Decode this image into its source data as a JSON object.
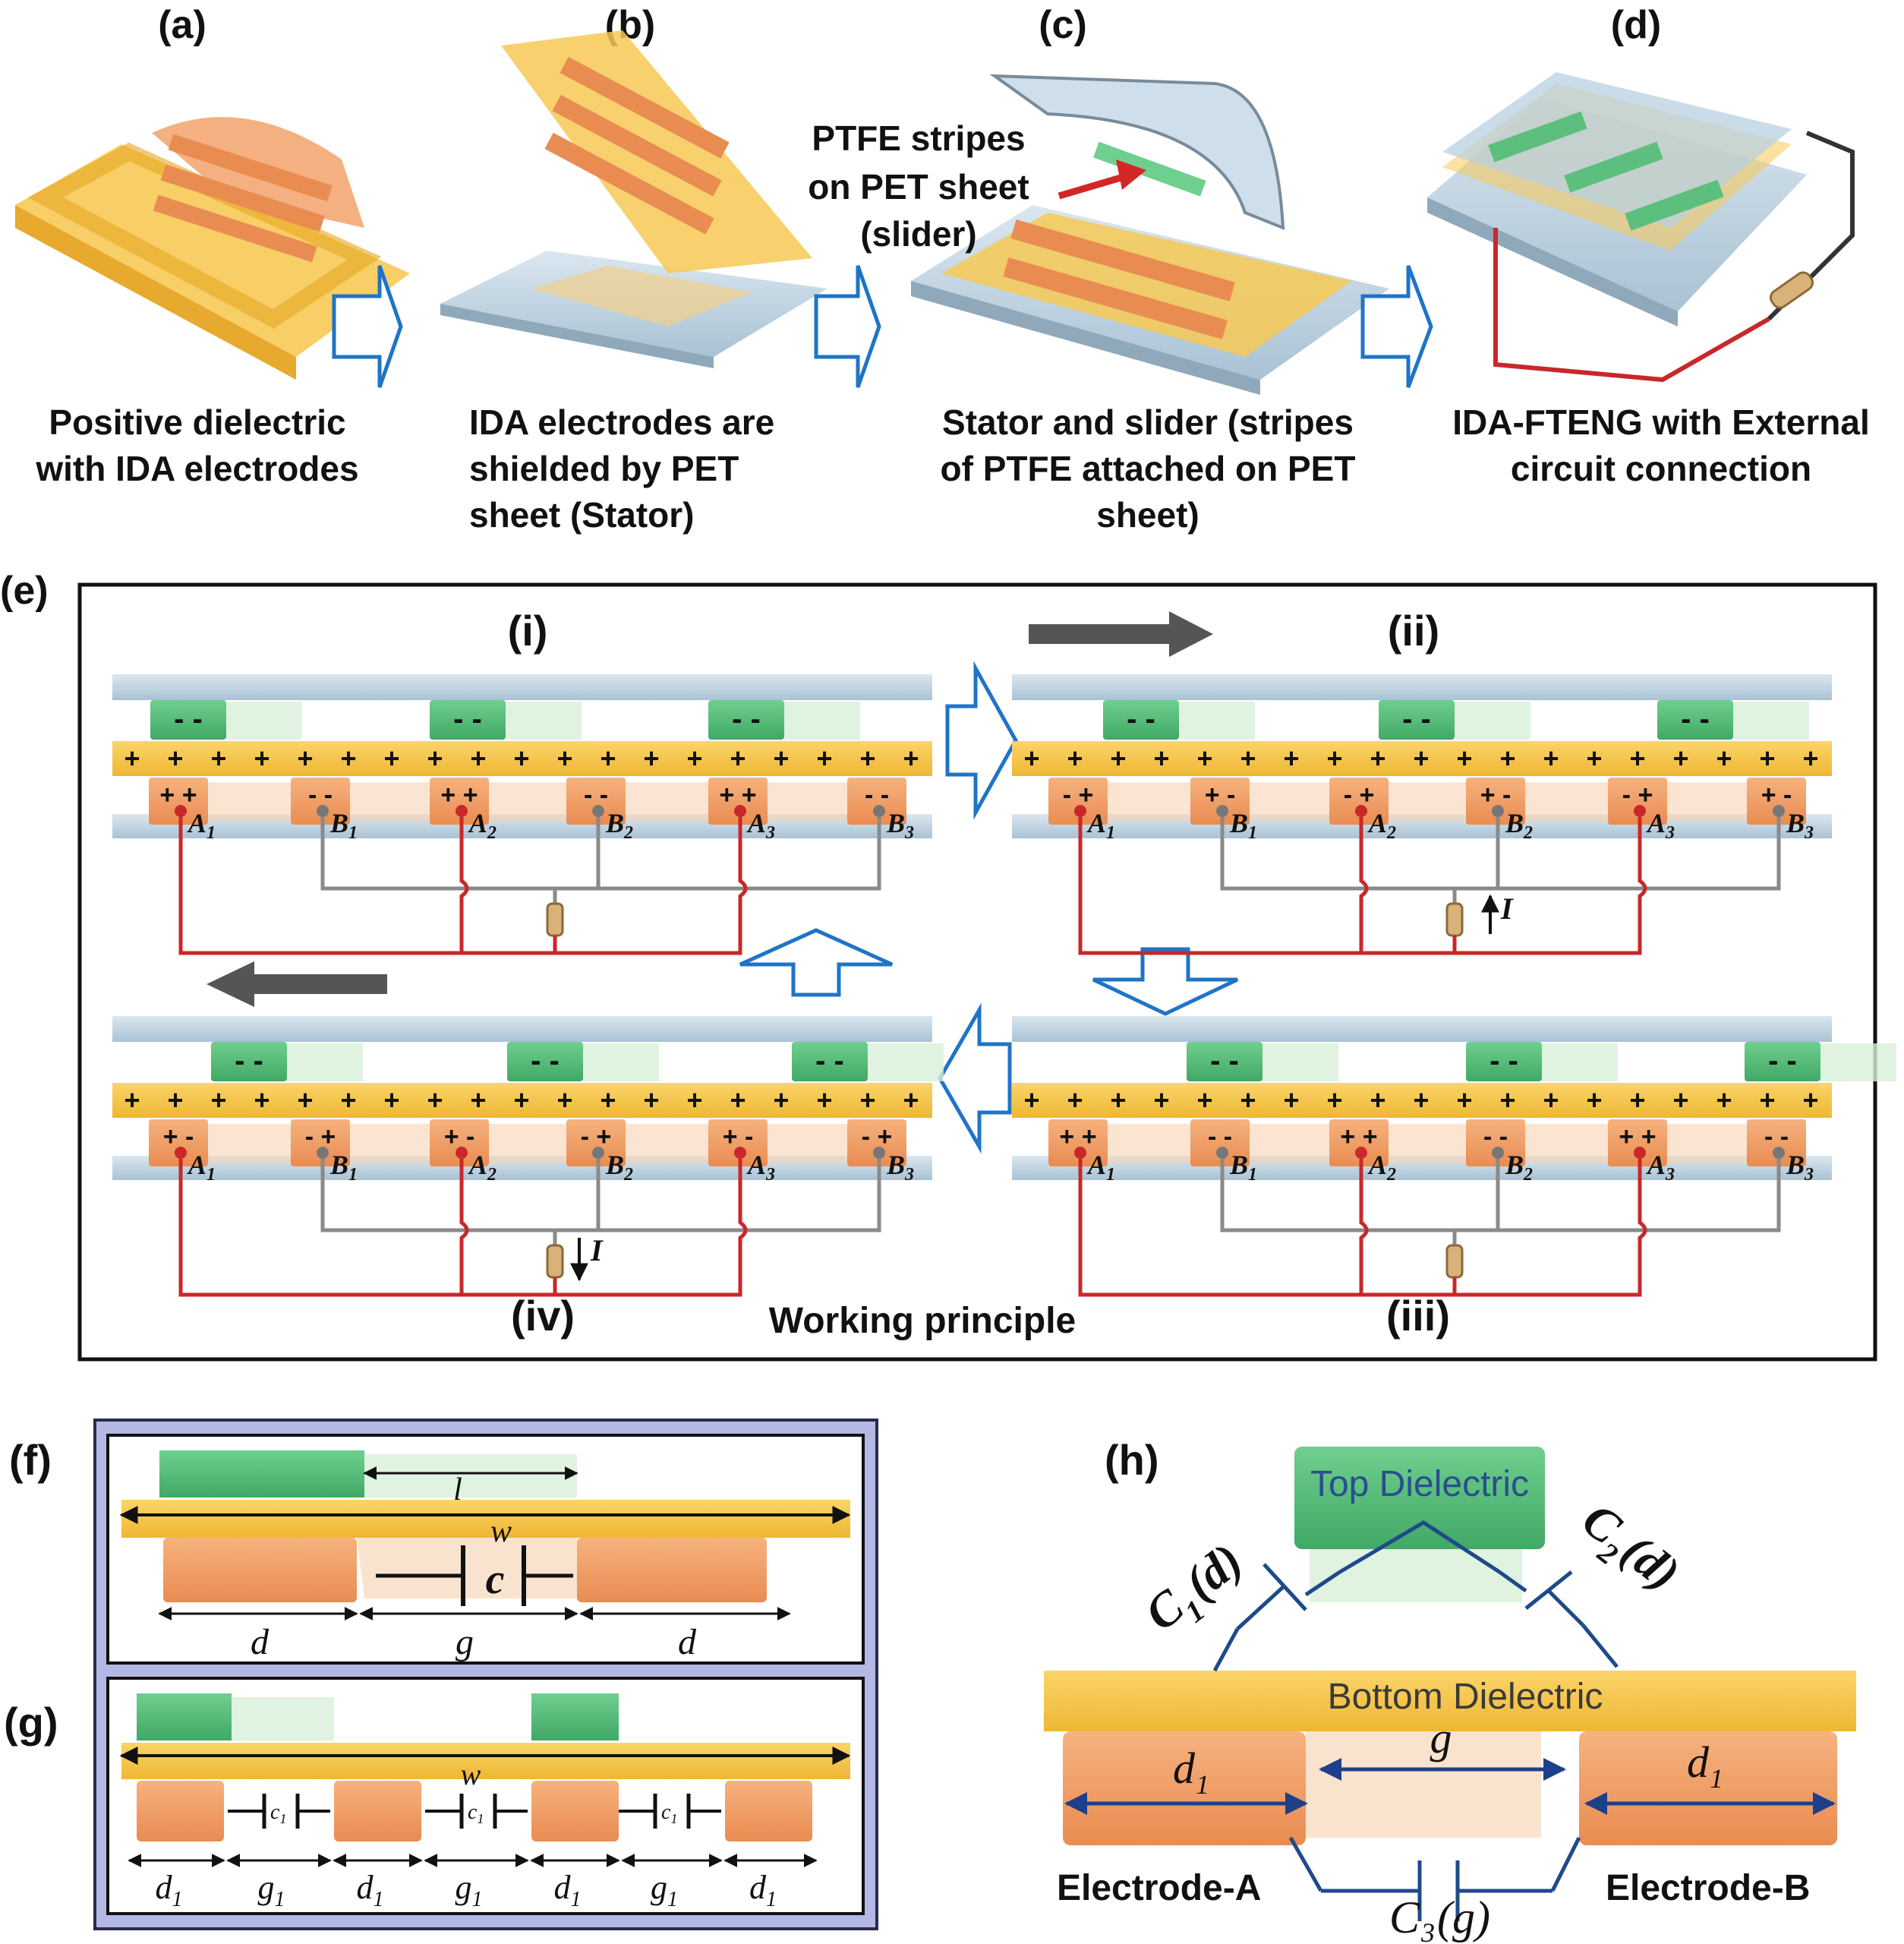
{
  "top_panels": [
    {
      "letter": "(a)",
      "caption": [
        "Positive dielectric",
        "with IDA electrodes"
      ]
    },
    {
      "letter": "(b)",
      "caption": [
        "IDA electrodes are",
        "shielded by PET",
        "sheet (Stator)"
      ]
    },
    {
      "letter": "(c)",
      "caption": [
        "Stator  and slider (stripes",
        "of PTFE attached on PET",
        "sheet)"
      ]
    },
    {
      "letter": "(d)",
      "caption": [
        "IDA-FTENG with External",
        "circuit connection"
      ]
    }
  ],
  "ptfe_note": [
    "PTFE stripes",
    "on PET sheet",
    "(slider)"
  ],
  "panel_e": {
    "letter": "(e)",
    "title": "Working principle",
    "stages": [
      "(i)",
      "(ii)",
      "(iii)",
      "(iv)"
    ],
    "electrodes": {
      "A": "A",
      "B": "B",
      "subs": [
        "1",
        "2",
        "3"
      ]
    },
    "current": "I",
    "minus_pair": "- -",
    "plus": "+",
    "states": {
      "i": {
        "A": "+ +",
        "B": "- -"
      },
      "ii": {
        "A": "- +",
        "B": "+ -"
      },
      "iii": {
        "A": "+ +",
        "B": "- -"
      },
      "iv": {
        "A": "+ -",
        "B": "- +"
      }
    }
  },
  "panel_f": {
    "letter": "(f)",
    "labels": {
      "l": "l",
      "w": "w",
      "c": "c",
      "d": "d",
      "g": "g"
    }
  },
  "panel_g": {
    "letter": "(g)",
    "labels": {
      "w": "w",
      "c": "c",
      "c_sub": "1",
      "d": "d",
      "g": "g",
      "sub": "1"
    }
  },
  "panel_h": {
    "letter": "(h)",
    "top": "Top Dielectric",
    "bottom": "Bottom Dielectric",
    "c1": "C",
    "c1_sub": "1",
    "c1_arg": "(d)",
    "c2": "C",
    "c2_sub": "2",
    "c2_arg": "(d)",
    "c3": "C",
    "c3_sub": "3",
    "c3_arg": "(g)",
    "d": "d",
    "d_sub": "1",
    "g": "g",
    "electrode_a": "Electrode-A",
    "electrode_b": "Electrode-B"
  },
  "colors": {
    "dielectric": "#f5c542",
    "electrode": "#f0a06a",
    "ptfe": "#5cbf7d",
    "pet": "#c5d7e4",
    "red_wire": "#c8282a",
    "grey_wire": "#8a8a8a",
    "arrow_blue": "#1f74c6",
    "frame_f": "#b4b8e4"
  }
}
